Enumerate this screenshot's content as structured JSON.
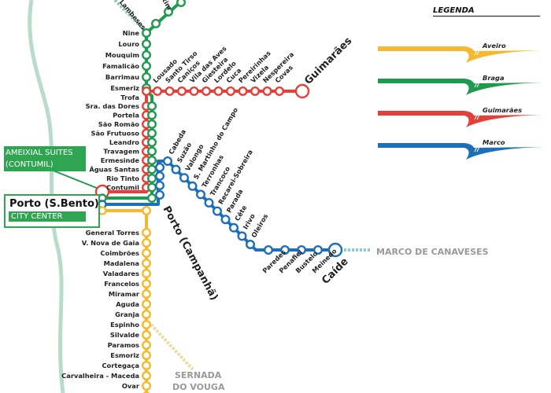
{
  "legend": {
    "title": "LEGENDA",
    "items": [
      {
        "label": "Aveiro",
        "color": "#f5b82e"
      },
      {
        "label": "Braga",
        "color": "#1f9a4e"
      },
      {
        "label": "Guimarães",
        "color": "#e3403a"
      },
      {
        "label": "Marco",
        "color": "#1d6fb8"
      }
    ]
  },
  "colors": {
    "coast": "#b7dcc9",
    "dotted_green": "#8fc9b0",
    "dotted_yellow": "#f2d79a",
    "dotted_blue": "#8ccbd0"
  },
  "lines": {
    "braga_top": [
      "to de Lambeses",
      "tim",
      ""
    ],
    "braga": [
      "Nine",
      "Louro",
      "Mouquim",
      "Famalicão",
      "Barrimau",
      "Esmeriz"
    ],
    "guimaraes_branch": [
      "Lousado",
      "Santo Tirso",
      "Caniços",
      "Vila das Aves",
      "Giesteira",
      "Lordelo",
      "Cuca",
      "Pereirinhas",
      "Vizela",
      "Nespereira",
      "Covas"
    ],
    "guimaraes_terminus": "Guimarães",
    "trunk": [
      "Trofa",
      "Sra. das Dores",
      "Portela",
      "São Romão",
      "São Frutuoso",
      "Leandro",
      "Travagem",
      "Ermesinde",
      "Águas Santas",
      "Rio Tinto",
      "Contumil"
    ],
    "marco_diagonal": [
      "Cabeda",
      "Suzão",
      "Valongo",
      "S. Martinho do Campo",
      "Terronhas",
      "Trancoco",
      "Recarei-Sobreira",
      "Parada",
      "Cête",
      "Irivo",
      "Oleiros"
    ],
    "marco_flat": [
      "Paredes",
      "Penafiel",
      "Bustelo",
      "Meinedo"
    ],
    "marco_terminus": "Caíde",
    "aveiro": [
      "General Torres",
      "V. Nova de Gaia",
      "Coimbrões",
      "Madalena",
      "Valadares",
      "Francelos",
      "Miramar",
      "Aguda",
      "Granja",
      "Espinho",
      "Silvalde",
      "Paramos",
      "Esmoriz",
      "Cortegaça",
      "Carvalheira - Maceda",
      "Ovar"
    ]
  },
  "labels": {
    "campanha": "Porto (Campanhã)",
    "marco_canaveses": "MARCO DE CANAVESES",
    "sernada_1": "SERNADA",
    "sernada_2": "DO VOUGA"
  },
  "callouts": {
    "hotel_line1": "AMEIXIAL SUITES",
    "hotel_line2": "(CONTUMIL)",
    "sbento_title": "Porto (S.Bento)",
    "sbento_sub": "CITY CENTER"
  }
}
